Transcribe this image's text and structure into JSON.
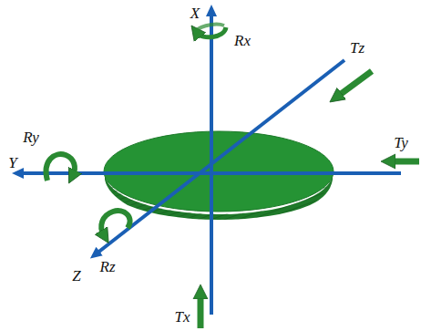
{
  "diagram": {
    "labels": [
      "X",
      "Rx",
      "Tz",
      "Ty",
      "Y",
      "Ry",
      "Z",
      "Rz",
      "Tx"
    ]
  }
}
